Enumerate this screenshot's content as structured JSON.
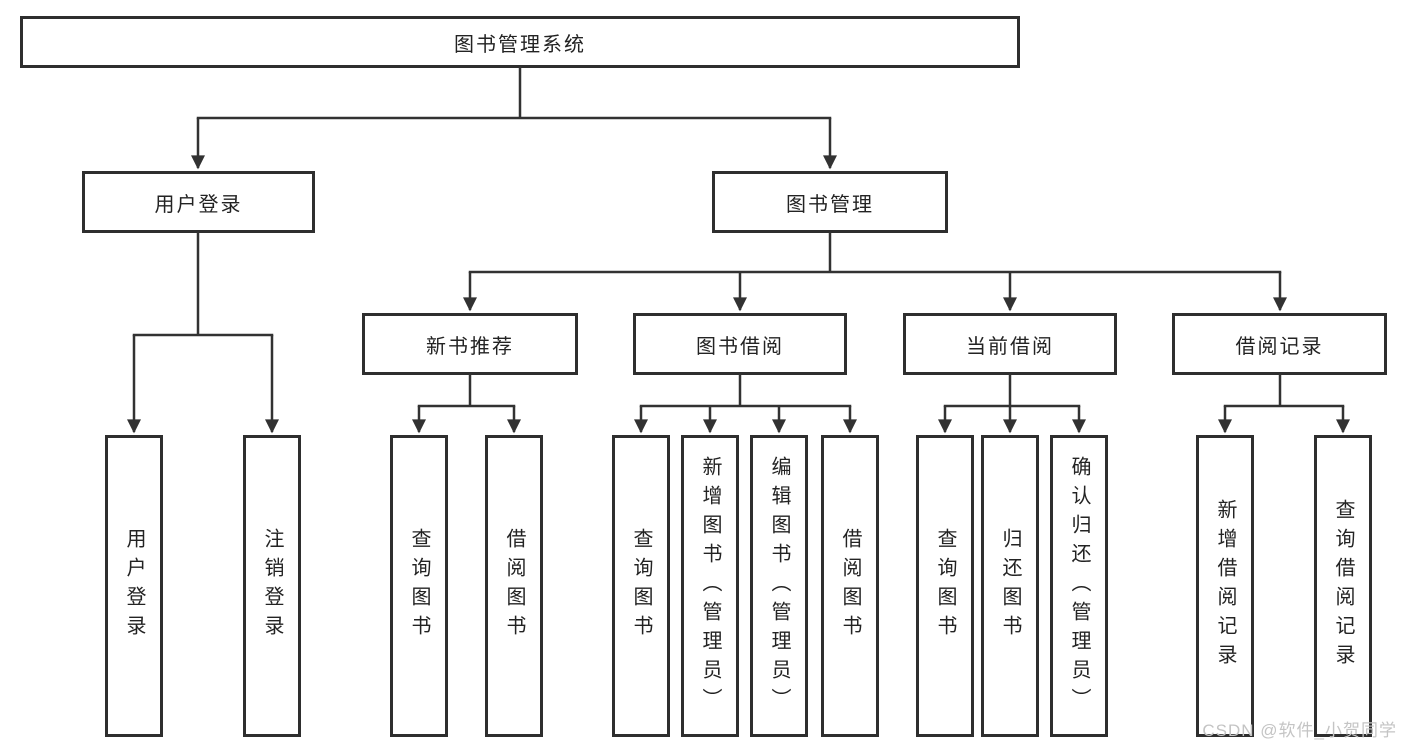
{
  "colors": {
    "line": "#323232",
    "box_border": "#2e2e2e",
    "text": "#232323",
    "watermark": "#c4c4c4",
    "background": "#ffffff"
  },
  "watermark": "CSDN @软件_小贺同学",
  "tree": {
    "label": "图书管理系统",
    "children": [
      {
        "label": "用户登录",
        "children": [
          {
            "label": "用户登录"
          },
          {
            "label": "注销登录"
          }
        ]
      },
      {
        "label": "图书管理",
        "children": [
          {
            "label": "新书推荐",
            "children": [
              {
                "label": "查询图书"
              },
              {
                "label": "借阅图书"
              }
            ]
          },
          {
            "label": "图书借阅",
            "children": [
              {
                "label": "查询图书"
              },
              {
                "label": "新增图书（管理员）"
              },
              {
                "label": "编辑图书（管理员）"
              },
              {
                "label": "借阅图书"
              }
            ]
          },
          {
            "label": "当前借阅",
            "children": [
              {
                "label": "查询图书"
              },
              {
                "label": "归还图书"
              },
              {
                "label": "确认归还（管理员）"
              }
            ]
          },
          {
            "label": "借阅记录",
            "children": [
              {
                "label": "新增借阅记录"
              },
              {
                "label": "查询借阅记录"
              }
            ]
          }
        ]
      }
    ]
  }
}
